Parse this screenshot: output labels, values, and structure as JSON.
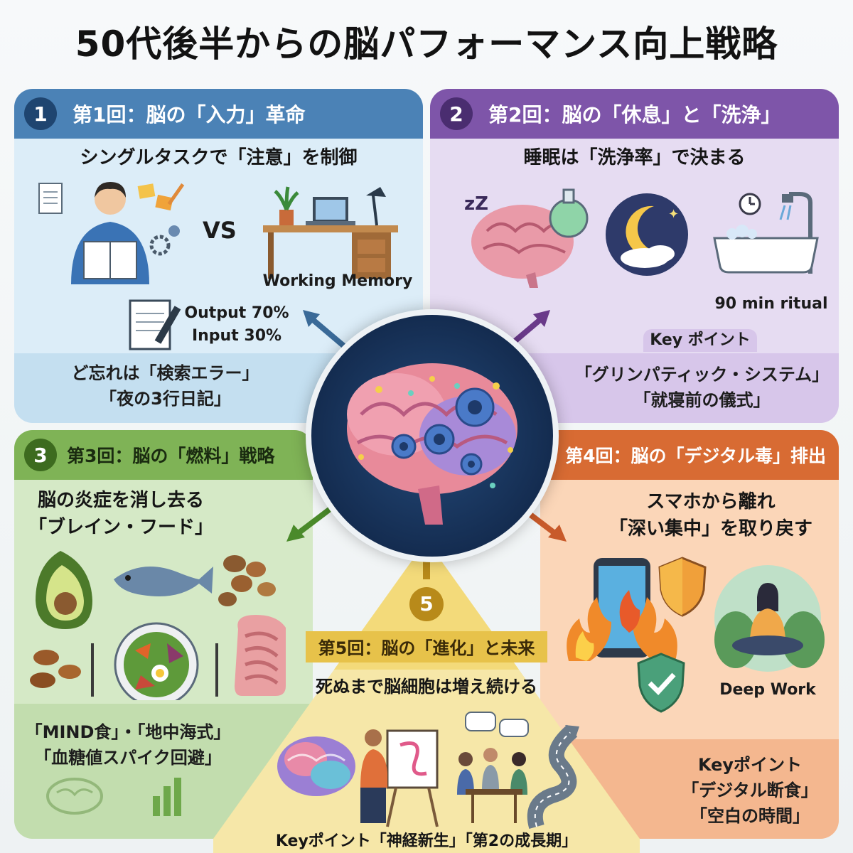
{
  "title": "50代後半からの脳パフォーマンス向上戦略",
  "colors": {
    "blue": "#4b82b6",
    "purple": "#7e55a9",
    "green": "#7fb356",
    "orange": "#d86b33",
    "yellow": "#f3e39a"
  },
  "panel1": {
    "number": "1",
    "header": "第1回：脳の「入力」革命",
    "subtitle": "シングルタスクで「注意」を制御",
    "vs": "VS",
    "desk_label": "Working Memory",
    "ratio_line1": "Output 70%",
    "ratio_line2": "Input 30%",
    "footer_line1": "ど忘れは「検索エラー」",
    "footer_line2": "「夜の3行日記」"
  },
  "panel2": {
    "number": "2",
    "header": "第2回：脳の「休息」と「洗浄」",
    "subtitle": "睡眠は「洗浄率」で決まる",
    "bath_label": "90 min ritual",
    "key_tag": "Key ポイント",
    "footer_line1": "「グリンパティック・システム」",
    "footer_line2": "「就寝前の儀式」"
  },
  "panel3": {
    "number": "3",
    "header": "第3回：脳の「燃料」戦略",
    "subtitle_line1": "脳の炎症を消し去る",
    "subtitle_line2": "「ブレイン・フード」",
    "footer_line1": "「MIND食」・「地中海式」",
    "footer_line2": "「血糖値スパイク回避」"
  },
  "panel4": {
    "header": "第4回：脳の「デジタル毒」排出",
    "subtitle_line1": "スマホから離れ",
    "subtitle_line2": "「深い集中」を取り戻す",
    "work_label": "Deep Work",
    "footer_line1": "Keyポイント",
    "footer_line2": "「デジタル断食」",
    "footer_line3": "「空白の時間」"
  },
  "panel5": {
    "number": "5",
    "header": "第5回：脳の「進化」と未来",
    "subtitle": "死ぬまで脳細胞は増え続ける",
    "footer": "Keyポイント「神経新生」「第2の成長期」"
  },
  "icons": [
    "document-icon",
    "reader-person-icon",
    "gear-icon",
    "desk-icon",
    "notepad-icon",
    "brain-icon",
    "flask-icon",
    "moon-icon",
    "bathtub-icon",
    "clock-icon",
    "avocado-icon",
    "fish-icon",
    "nuts-icon",
    "salad-plate-icon",
    "intestine-icon",
    "phone-fire-icon",
    "shield-icon",
    "meditation-icon",
    "painter-icon",
    "group-talk-icon",
    "winding-road-icon",
    "central-brain-gears-icon"
  ]
}
